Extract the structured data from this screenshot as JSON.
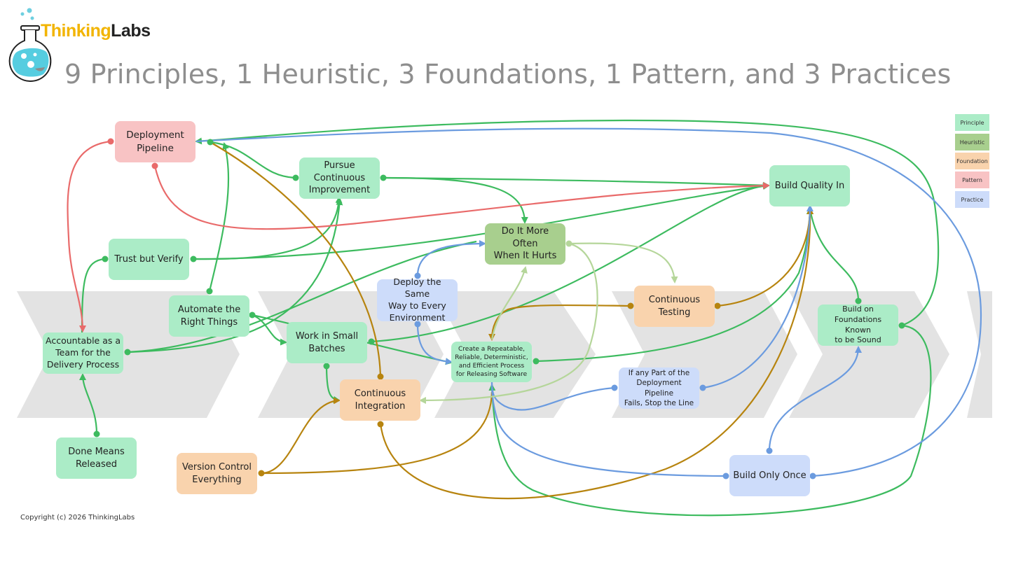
{
  "header": {
    "brand_part1": "Thinking",
    "brand_part2": "Labs",
    "title": "9 Principles, 1 Heuristic, 3 Foundations, 1 Pattern, and 3 Practices"
  },
  "legend": [
    "Principle",
    "Heuristic",
    "Foundation",
    "Pattern",
    "Practice"
  ],
  "colors": {
    "principle": "#abecc7",
    "heuristic": "#a8cf8e",
    "foundation": "#f9d3ad",
    "pattern": "#f8c3c4",
    "practice": "#cddcfa",
    "edge_green": "#3dbb5f",
    "edge_red": "#e96a6a",
    "edge_gold": "#b7840f",
    "edge_blue": "#6b9bdf",
    "edge_lightgreen": "#b5d69a",
    "chevron": "#e3e3e3"
  },
  "nodes": {
    "deployment_pipeline": "Deployment\nPipeline",
    "pursue_improvement": "Pursue\nContinuous\nImprovement",
    "build_quality_in": "Build Quality In",
    "do_it_more_often": "Do It More Often\nWhen It Hurts",
    "trust_but_verify": "Trust but Verify",
    "deploy_same_way": "Deploy the Same\nWay to Every\nEnvironment",
    "automate_right_things": "Automate the\nRight Things",
    "continuous_testing": "Continuous\nTesting",
    "build_on_foundations": "Build on\nFoundations Known\nto be Sound",
    "accountable_team": "Accountable as a\nTeam for the\nDelivery Process",
    "work_small_batches": "Work in Small\nBatches",
    "repeatable_process": "Create a Repeatable,\nReliable, Deterministic,\nand Efficient Process\nfor Releasing Software",
    "stop_the_line": "If any Part of the\nDeployment Pipeline\nFails, Stop the Line",
    "continuous_integration": "Continuous\nIntegration",
    "done_means_released": "Done Means\nReleased",
    "version_control": "Version Control\nEverything",
    "build_only_once": "Build Only Once"
  },
  "copyright": "Copyright (c) 2026 ThinkingLabs"
}
